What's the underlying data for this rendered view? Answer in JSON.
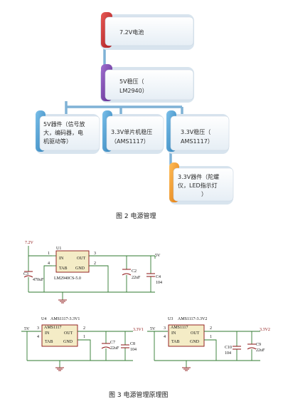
{
  "block_diagram": {
    "battery": "7.2V电池",
    "regulator_5v": [
      "5V稳压（",
      "LM2940）"
    ],
    "dev_5v": [
      "5V器件（信号放",
      "大，编码器，电",
      "机驱动等）"
    ],
    "mcu_reg": [
      "3.3V单片机稳压",
      "（AMS1117）"
    ],
    "reg_33v": [
      "3.3V稳压（",
      "AMS1117）"
    ],
    "dev_33v": [
      "3.3V器件（陀螺",
      "仪，LED指示灯",
      "）"
    ],
    "caption": "图 2 电源管理"
  },
  "schematic": {
    "top": {
      "input_net": "7.2V",
      "output_net": "5V",
      "ref": "U1",
      "part": "LM2940CS-5.0",
      "pin_in": "IN",
      "pin_out": "OUT",
      "pin_tab": "TAB",
      "pin_gnd": "GND",
      "pin_numbers": [
        "1",
        "3",
        "4",
        "2"
      ],
      "caps": [
        {
          "ref": "C3",
          "value": "470uF"
        },
        {
          "ref": "C2",
          "value": "22uF"
        },
        {
          "ref": "C4",
          "value": "104"
        }
      ]
    },
    "left": {
      "ref": "U4",
      "part_label": "AMS1117-3.3V1",
      "part": "AMS1117",
      "input_net": "5V",
      "output_net": "3.3V1",
      "pin_in": "IN",
      "pin_out": "OUT",
      "pin_tab": "TAB",
      "pin_gnd": "GND",
      "pin_numbers": [
        "3",
        "2",
        "4",
        "1"
      ],
      "caps": [
        {
          "ref": "C7",
          "value": "22uF"
        },
        {
          "ref": "C8",
          "value": "104"
        }
      ]
    },
    "right": {
      "ref": "U3",
      "part_label": "AMS1117-3.3V2",
      "part": "AMS1117",
      "input_net": "5V",
      "output_net": "3.3V2",
      "pin_in": "IN",
      "pin_out": "OUT",
      "pin_tab": "TAB",
      "pin_gnd": "GND",
      "pin_numbers": [
        "3",
        "2",
        "4",
        "1"
      ],
      "caps": [
        {
          "ref": "C10",
          "value": "104"
        },
        {
          "ref": "C9",
          "value": "22uF"
        }
      ]
    },
    "caption": "图 3 电源管理原理图"
  },
  "colors": {
    "red_box": "#c8282a",
    "purple_box": "#7a3fa8",
    "blue_box": "#4a9bd0",
    "orange_box": "#f0962a",
    "wire": "#2f7a2f",
    "component": "#8b1010"
  }
}
